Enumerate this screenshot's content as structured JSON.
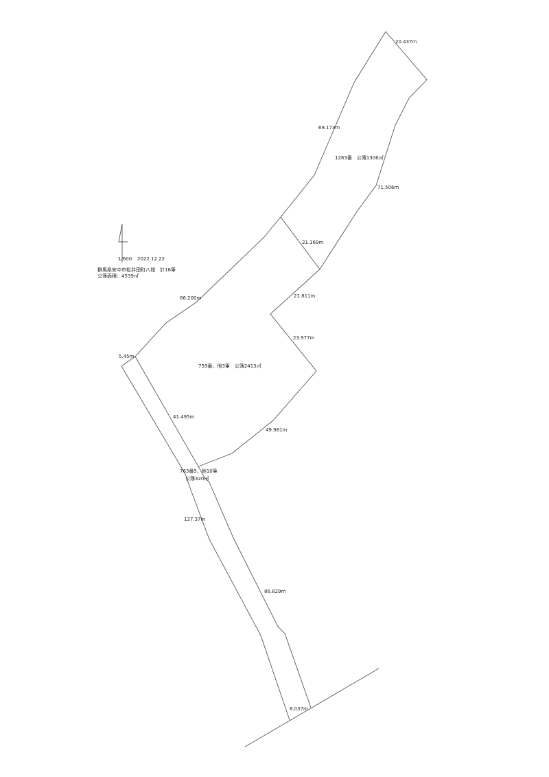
{
  "header": {
    "scale": "1/600",
    "date": "2022.12.22",
    "location": "群馬県安中市松井田町八城　計16筆",
    "total_area": "公簿面積：4539㎡"
  },
  "parcels": {
    "p1283": "1283番　公簿1306㎡",
    "p759": "759番、他3筆　公簿2413㎡",
    "p763_line1": "763番5、他10筆",
    "p763_line2": "公簿320㎡"
  },
  "dimensions": {
    "d1": "20.437m",
    "d2": "69.173m",
    "d3": "71.506m",
    "d4": "21.169m",
    "d5": "21.811m",
    "d6": "66.200m",
    "d7": "23.977m",
    "d8": "5.45m",
    "d9": "41.495m",
    "d10": "49.981m",
    "d11": "127.37m",
    "d12": "86.829m",
    "d13": "8.037m"
  },
  "colors": {
    "line": "#555555",
    "text": "#222222"
  }
}
